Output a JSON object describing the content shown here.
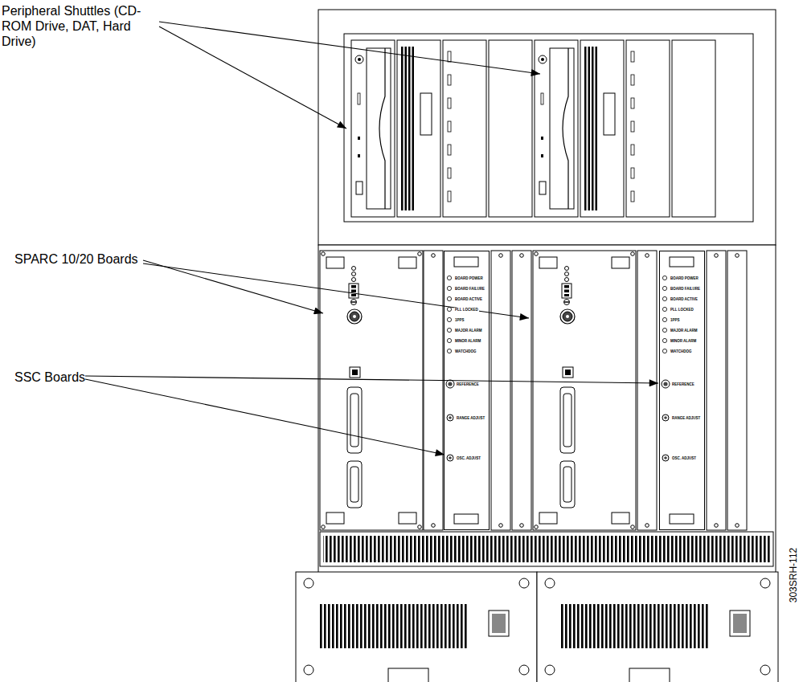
{
  "diagram": {
    "nodes": [
      {
        "text": [
          "BOARD POWER",
          "BOARD FAILURE",
          "BOARD ACTIVE",
          "PLL LOCKED",
          "1PPS",
          "MAJOR ALARM",
          "MINOR ALARM",
          "WATCHDOG",
          "REFERENCE",
          "RANGE ADJUST",
          "OSC. ADJUST"
        ]
      },
      {
        "text": [
          "BOARD POWER",
          "BOARD FAILURE",
          "BOARD ACTIVE",
          "PLL LOCKED",
          "1PPS",
          "MAJOR ALARM",
          "MINOR ALARM",
          "WATCHDOG",
          "REFERENCE",
          "RANGE ADJUST",
          "OSC. ADJUST"
        ]
      }
    ],
    "labels": [
      "Peripheral Shuttles (CD-ROM Drive, DAT, Hard Drive)",
      "SPARC 10/20 Boards",
      "SSC Boards",
      "303SRH-112"
    ]
  }
}
